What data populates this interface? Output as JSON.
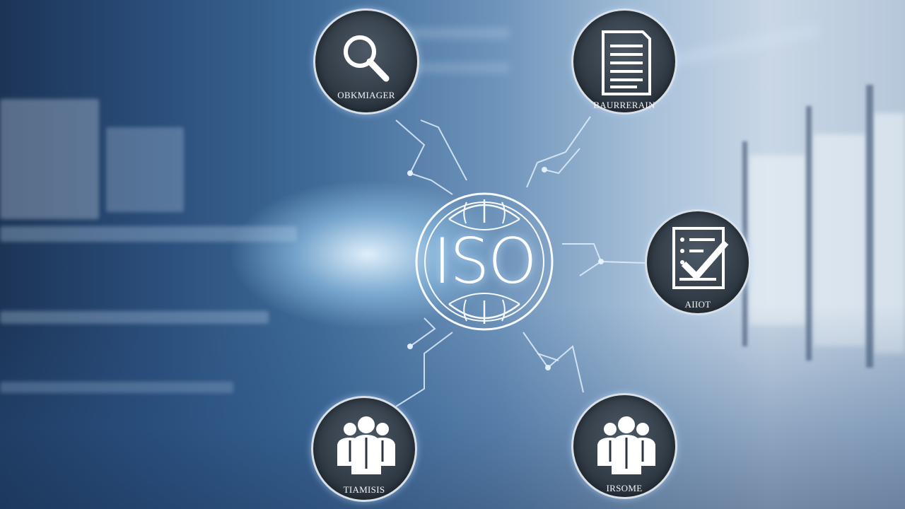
{
  "hub": {
    "label": "ISO"
  },
  "nodes": [
    {
      "id": "search",
      "icon": "magnifier-icon",
      "caption": "OBKMIAGER"
    },
    {
      "id": "document",
      "icon": "document-icon",
      "caption": "BAURRERAIN"
    },
    {
      "id": "audit",
      "icon": "checklist-icon",
      "caption": "AIIOT"
    },
    {
      "id": "team-left",
      "icon": "team-icon",
      "caption": "TIAMISIS"
    },
    {
      "id": "team-right",
      "icon": "team-icon",
      "caption": "IRSOME"
    }
  ],
  "colors": {
    "node_fill": "#2c3640",
    "ring": "#ebf2fa",
    "glow": "#cfe6ff"
  }
}
